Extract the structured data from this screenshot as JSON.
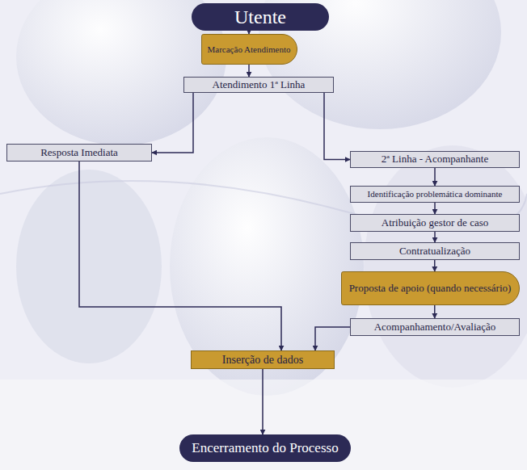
{
  "diagram": {
    "nodes": [
      {
        "text": [
          "Utente"
        ]
      },
      {
        "text": [
          "Marcação Atendimento"
        ]
      },
      {
        "text": [
          "Atendimento 1ª Linha"
        ]
      },
      {
        "text": [
          "Resposta Imediata"
        ]
      },
      {
        "text": [
          "2ª Linha - Acompanhante"
        ]
      },
      {
        "text": [
          "Identificação problemática dominante"
        ]
      },
      {
        "text": [
          "Atribuição gestor de caso"
        ]
      },
      {
        "text": [
          "Contratualização"
        ]
      },
      {
        "text": [
          "Proposta de apoio (quando necessário)"
        ]
      },
      {
        "text": [
          "Acompanhamento/Avaliação"
        ]
      },
      {
        "text": [
          "Inserção de dados"
        ]
      },
      {
        "text": [
          "Encerramento do Processo"
        ]
      }
    ],
    "edges": [
      {
        "from": 0,
        "to": 1,
        "arrow": "to"
      },
      {
        "from": 1,
        "to": 2,
        "arrow": "to"
      },
      {
        "from": 2,
        "to": 3,
        "arrow": "to"
      },
      {
        "from": 2,
        "to": 4,
        "arrow": "to"
      },
      {
        "from": 4,
        "to": 5,
        "arrow": "to"
      },
      {
        "from": 5,
        "to": 6,
        "arrow": "to"
      },
      {
        "from": 6,
        "to": 7,
        "arrow": "to"
      },
      {
        "from": 7,
        "to": 8,
        "arrow": "to"
      },
      {
        "from": 8,
        "to": 9,
        "arrow": "to"
      },
      {
        "from": 3,
        "to": 10,
        "arrow": "to"
      },
      {
        "from": 9,
        "to": 10,
        "arrow": "to"
      },
      {
        "from": 10,
        "to": 11,
        "arrow": "to"
      }
    ]
  }
}
